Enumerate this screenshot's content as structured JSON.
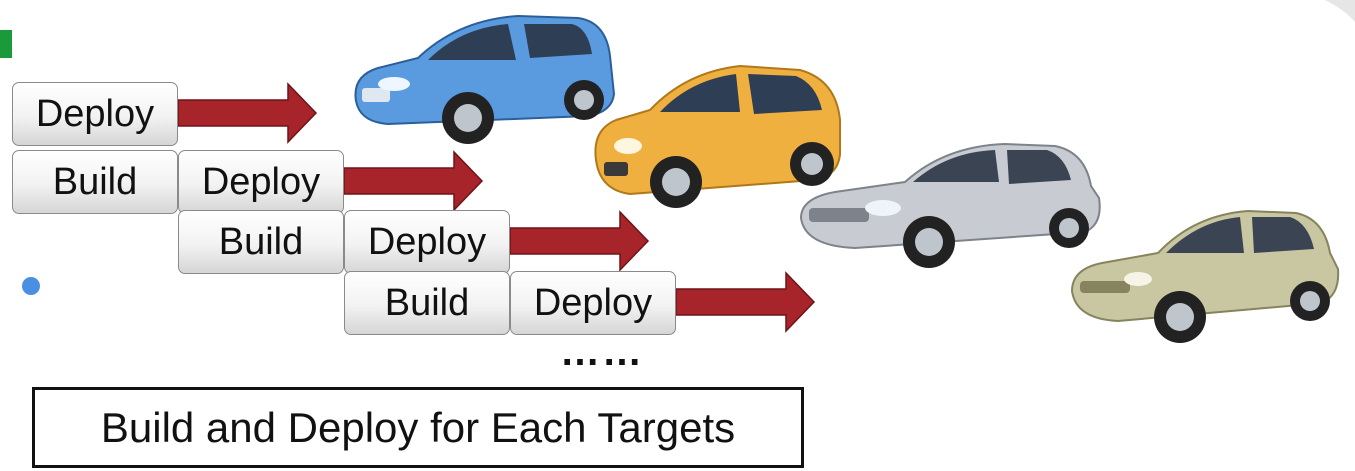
{
  "rows": [
    {
      "deploy": "Deploy"
    },
    {
      "build": "Build",
      "deploy": "Deploy"
    },
    {
      "build": "Build",
      "deploy": "Deploy"
    },
    {
      "build": "Build",
      "deploy": "Deploy"
    }
  ],
  "ellipsis": "……",
  "caption": "Build and Deploy for Each Targets",
  "targets": [
    {
      "icon": "blue-hatchback-car-icon",
      "color": "#5a9be0"
    },
    {
      "icon": "orange-hatchback-car-icon",
      "color": "#f0b040"
    },
    {
      "icon": "silver-sedan-car-icon",
      "color": "#c8ccd2"
    },
    {
      "icon": "beige-sedan-car-icon",
      "color": "#c9c6a2"
    }
  ],
  "colors": {
    "arrow": "#a8242b",
    "caption_border": "#111111",
    "marker": "#1a9a3a",
    "bullet": "#4a90e2"
  }
}
